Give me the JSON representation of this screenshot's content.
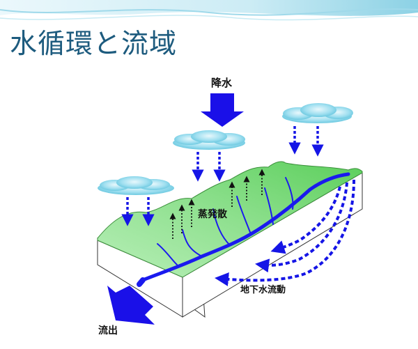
{
  "title": "水循環と流域",
  "labels": {
    "precipitation": "降水",
    "evapotranspiration": "蒸発散",
    "groundwater_flow": "地下水流動",
    "runoff": "流出"
  },
  "colors": {
    "title": "#1d5b7e",
    "arrow_blue": "#1515e6",
    "land_green": "#8fe08f",
    "cloud": "#79d3e6"
  }
}
